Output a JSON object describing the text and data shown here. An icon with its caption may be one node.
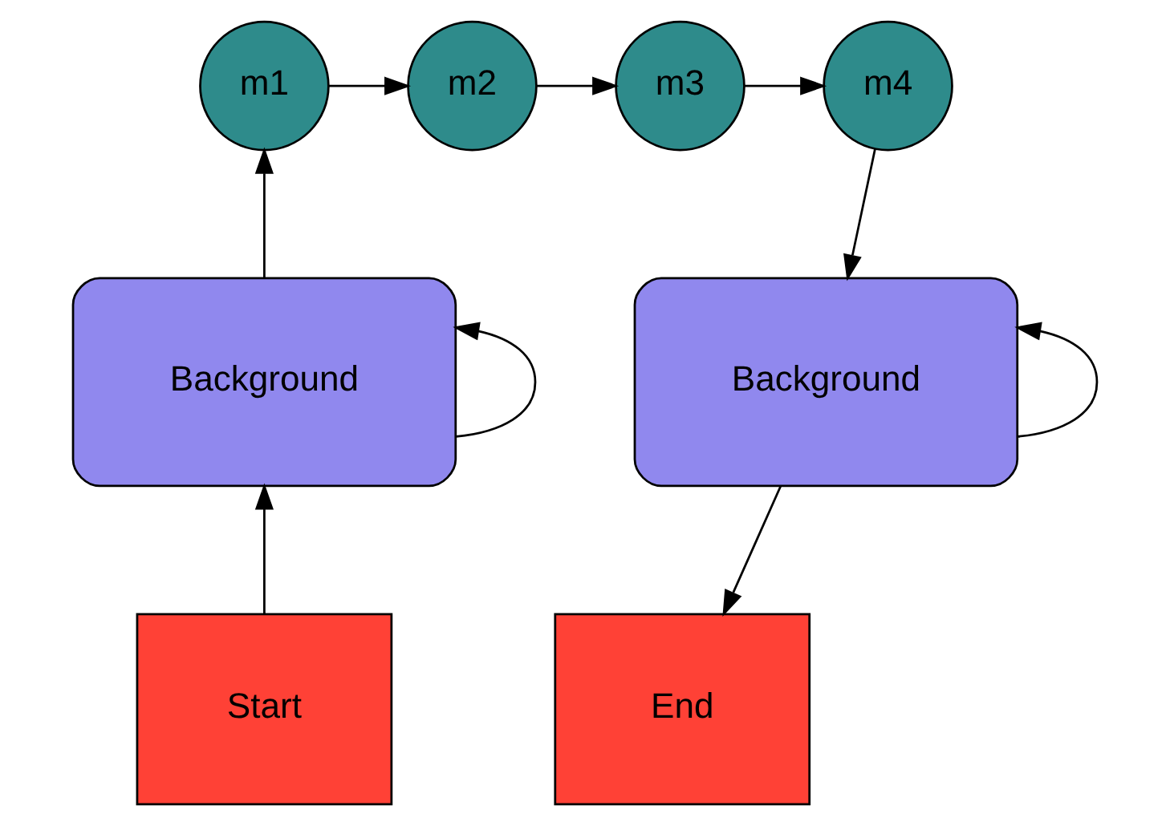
{
  "diagram": {
    "nodes": [
      {
        "text": [
          "Start"
        ]
      },
      {
        "text": [
          "Background"
        ]
      },
      {
        "text": [
          "m1"
        ]
      },
      {
        "text": [
          "m2"
        ]
      },
      {
        "text": [
          "m3"
        ]
      },
      {
        "text": [
          "m4"
        ]
      },
      {
        "text": [
          "Background"
        ]
      },
      {
        "text": [
          "End"
        ]
      }
    ],
    "edges": [
      {
        "from": 0,
        "to": 1,
        "arrow": "to"
      },
      {
        "from": 1,
        "to": 1,
        "arrow": "to"
      },
      {
        "from": 1,
        "to": 2,
        "arrow": "to"
      },
      {
        "from": 2,
        "to": 3,
        "arrow": "to"
      },
      {
        "from": 3,
        "to": 4,
        "arrow": "to"
      },
      {
        "from": 4,
        "to": 5,
        "arrow": "to"
      },
      {
        "from": 5,
        "to": 6,
        "arrow": "to"
      },
      {
        "from": 6,
        "to": 6,
        "arrow": "to"
      },
      {
        "from": 6,
        "to": 7,
        "arrow": "to"
      }
    ]
  }
}
